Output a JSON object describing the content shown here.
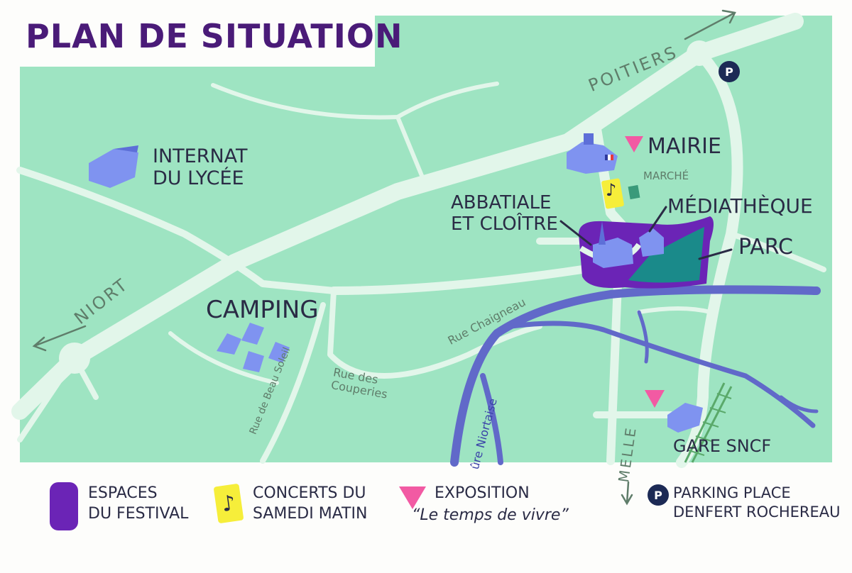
{
  "title": "PLAN DE SITUATION",
  "places": {
    "internat": "INTERNAT\nDU LYCÉE",
    "mairie": "MAIRIE",
    "marche": "MARCHÉ",
    "abbatiale": "ABBATIALE\nET CLOÎTRE",
    "mediatheque": "MÉDIATHÈQUE",
    "parc": "PARC",
    "camping": "CAMPING",
    "gare": "GARE SNCF"
  },
  "directions": {
    "poitiers": "POITIERS",
    "niort": "NIORT",
    "melle": "MELLE"
  },
  "streets": {
    "chaigneau": "Rue Chaigneau",
    "couperies": "Rue des\nCouperies",
    "beausoleil": "Rue de Beau Soleil",
    "riviere": "ûre Niortaise"
  },
  "parking_symbol": "P",
  "legend": {
    "festival": "ESPACES\nDU FESTIVAL",
    "concerts": "CONCERTS DU\nSAMEDI MATIN",
    "exposition": "EXPOSITION",
    "exposition_sub": "“Le temps de vivre”",
    "parking": "PARKING PLACE\nDENFERT ROCHEREAU",
    "note_symbol": "♪"
  },
  "colors": {
    "land": "#9ee4c2",
    "road": "#e2f6ea",
    "river": "#6169c9",
    "festival": "#6b24b6",
    "park": "#1a8a8a",
    "building": "#7f93f0",
    "exposition": "#f25aa3",
    "concert": "#f6ee3a",
    "title": "#4a1b78"
  }
}
